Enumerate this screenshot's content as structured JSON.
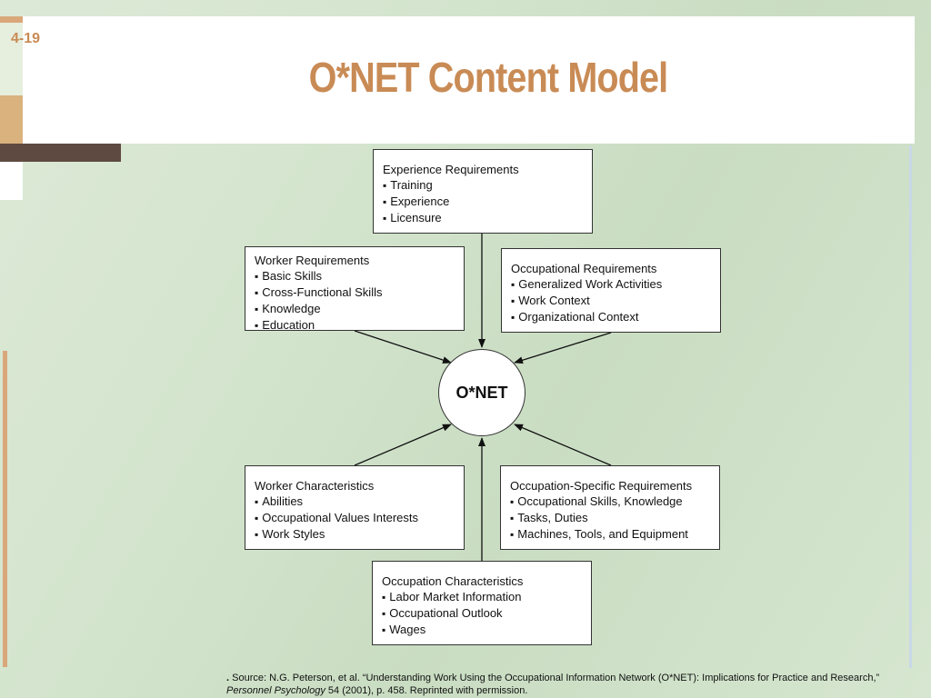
{
  "slide": {
    "number": "4-19",
    "title": "O*NET Content Model"
  },
  "diagram": {
    "center_label": "O*NET",
    "boxes": {
      "experience": {
        "heading": "Experience Requirements",
        "items": [
          "Training",
          "Experience",
          "Licensure"
        ]
      },
      "worker_requirements": {
        "heading": "Worker Requirements",
        "items": [
          "Basic Skills",
          "Cross-Functional Skills",
          "Knowledge",
          "Education"
        ]
      },
      "occupational_requirements": {
        "heading": "Occupational Requirements",
        "items": [
          "Generalized Work Activities",
          "Work Context",
          "Organizational Context"
        ]
      },
      "worker_characteristics": {
        "heading": "Worker Characteristics",
        "items": [
          "Abilities",
          "Occupational Values Interests",
          "Work Styles"
        ]
      },
      "occupation_specific": {
        "heading": "Occupation-Specific Requirements",
        "items": [
          "Occupational Skills, Knowledge",
          "Tasks, Duties",
          "Machines, Tools, and Equipment"
        ]
      },
      "occupation_characteristics": {
        "heading": "Occupation Characteristics",
        "items": [
          "Labor Market Information",
          "Occupational Outlook",
          "Wages"
        ]
      }
    }
  },
  "source": {
    "line1": "Source: N.G. Peterson, et al. “Understanding Work Using the Occupational Information Network (O*NET):  Implications for Practice and Research,”",
    "journal": "Personnel Psychology",
    "line2_rest": " 54 (2001), p. 458.  Reprinted with permission."
  },
  "colors": {
    "title": "#c98b55",
    "accent_tan": "#d9a77a",
    "accent_dark": "#5e4a40",
    "background": "#d3e4cd"
  }
}
